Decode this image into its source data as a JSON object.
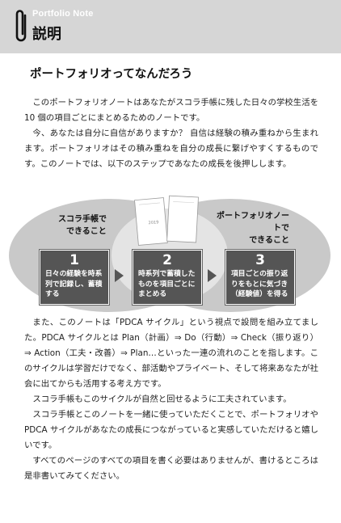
{
  "header": {
    "eyebrow": "Portfolio Note",
    "title": "説明"
  },
  "heading": "ポートフォリオってなんだろう",
  "intro_paragraphs": [
    "このポートフォリオノートはあなたがスコラ手帳に残した日々の学校生活を 10 個の項目ごとにまとめるためのノートです。",
    "今、あなたは自分に自信がありますか？ 自信は経験の積み重ねから生まれます。ポートフォリオはその積み重ねを自分の成長に繋げやすくするものです。このノートでは、以下のステップであなたの成長を後押しします。"
  ],
  "diagram": {
    "left_label": "スコラ手帳で\nできること",
    "right_label": "ポートフォリオノートで\nできること",
    "notebook_cover_text": "2019",
    "steps": [
      {
        "number": "1",
        "text": "日々の経験を時系列で記録し、蓄積する"
      },
      {
        "number": "2",
        "text": "時系列で蓄積したものを項目ごとにまとめる"
      },
      {
        "number": "3",
        "text": "項目ごとの振り返りをもとに気づき（経験値）を得る"
      }
    ]
  },
  "body_paragraphs": [
    "また、このノートは「PDCA サイクル」という視点で設問を組み立てました。PDCA サイクルとは Plan（計画）⇒ Do（行動）⇒ Check（振り返り）⇒ Action（工夫・改善）⇒ Plan…といった一連の流れのことを指します。このサイクルは学習だけでなく、部活動やプライベート、そして将来あなたが社会に出てからも活用する考え方です。",
    "スコラ手帳もこのサイクルが自然と回せるように工夫されています。",
    "スコラ手帳とこのノートを一緒に使っていただくことで、ポートフォリオや PDCA サイクルがあなたの成長につながっていると実感していただけると嬉しいです。",
    "すべてのページのすべての項目を書く必要はありませんが、書けるところは是非書いてみてください。"
  ],
  "colors": {
    "header_band": "#d6d6d6",
    "step_box": "#555555",
    "ellipse_dark": "#c8c8c8",
    "ellipse_light": "#e2e2e2"
  }
}
